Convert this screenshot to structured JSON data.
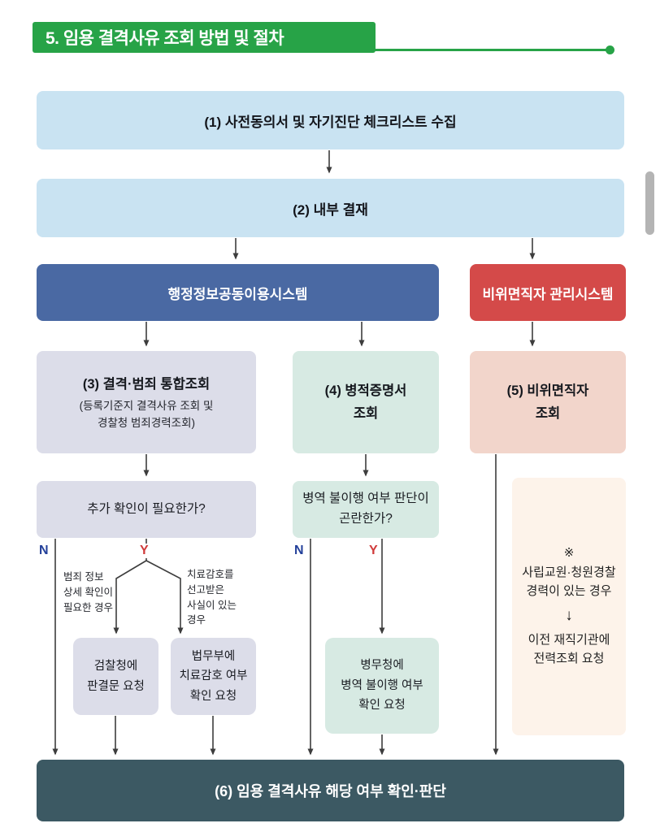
{
  "page": {
    "title": "5. 임용 결격사유 조회 방법 및 절차"
  },
  "boxes": {
    "step1": "(1) 사전동의서 및 자기진단 체크리스트 수집",
    "step2": "(2) 내부 결재",
    "system_left": "행정정보공동이용시스템",
    "system_right": "비위면직자 관리시스템",
    "step3_title": "(3) 결격·범죄 통합조회",
    "step3_sub": "(등록기준지 결격사유 조회 및\n경찰청 범죄경력조회)",
    "step4": "(4) 병적증명서\n조회",
    "step5": "(5) 비위면직자\n조회",
    "decision1": "추가 확인이 필요한가?",
    "decision2": "병역 불이행 여부 판단이\n곤란한가?",
    "action_prosecution": "검찰청에\n판결문 요청",
    "action_justice": "법무부에\n치료감호 여부\n확인 요청",
    "action_military": "병무청에\n병역 불이행 여부\n확인 요청",
    "step6": "(6) 임용 결격사유 해당 여부 확인·판단"
  },
  "labels": {
    "no": "N",
    "yes": "Y",
    "cond_prosecution": "범죄 정보\n상세 확인이\n필요한 경우",
    "cond_justice": "치료감호를\n선고받은\n사실이 있는\n경우"
  },
  "note": {
    "mark": "※",
    "line1": "사립교원·청원경찰\n경력이 있는 경우",
    "arrow": "↓",
    "line2": "이전 재직기관에\n전력조회 요청"
  },
  "colors": {
    "header_green": "#27a347",
    "light_blue": "#c9e3f2",
    "dark_blue": "#4a69a3",
    "red": "#d44a49",
    "lavender": "#dcdde9",
    "mint": "#d7eae3",
    "pink": "#f2d5cb",
    "peach": "#fdf3ea",
    "dark_slate": "#3c5963",
    "no_color": "#23409a",
    "yes_color": "#d03b3b",
    "arrow_color": "#3d3d3d"
  }
}
